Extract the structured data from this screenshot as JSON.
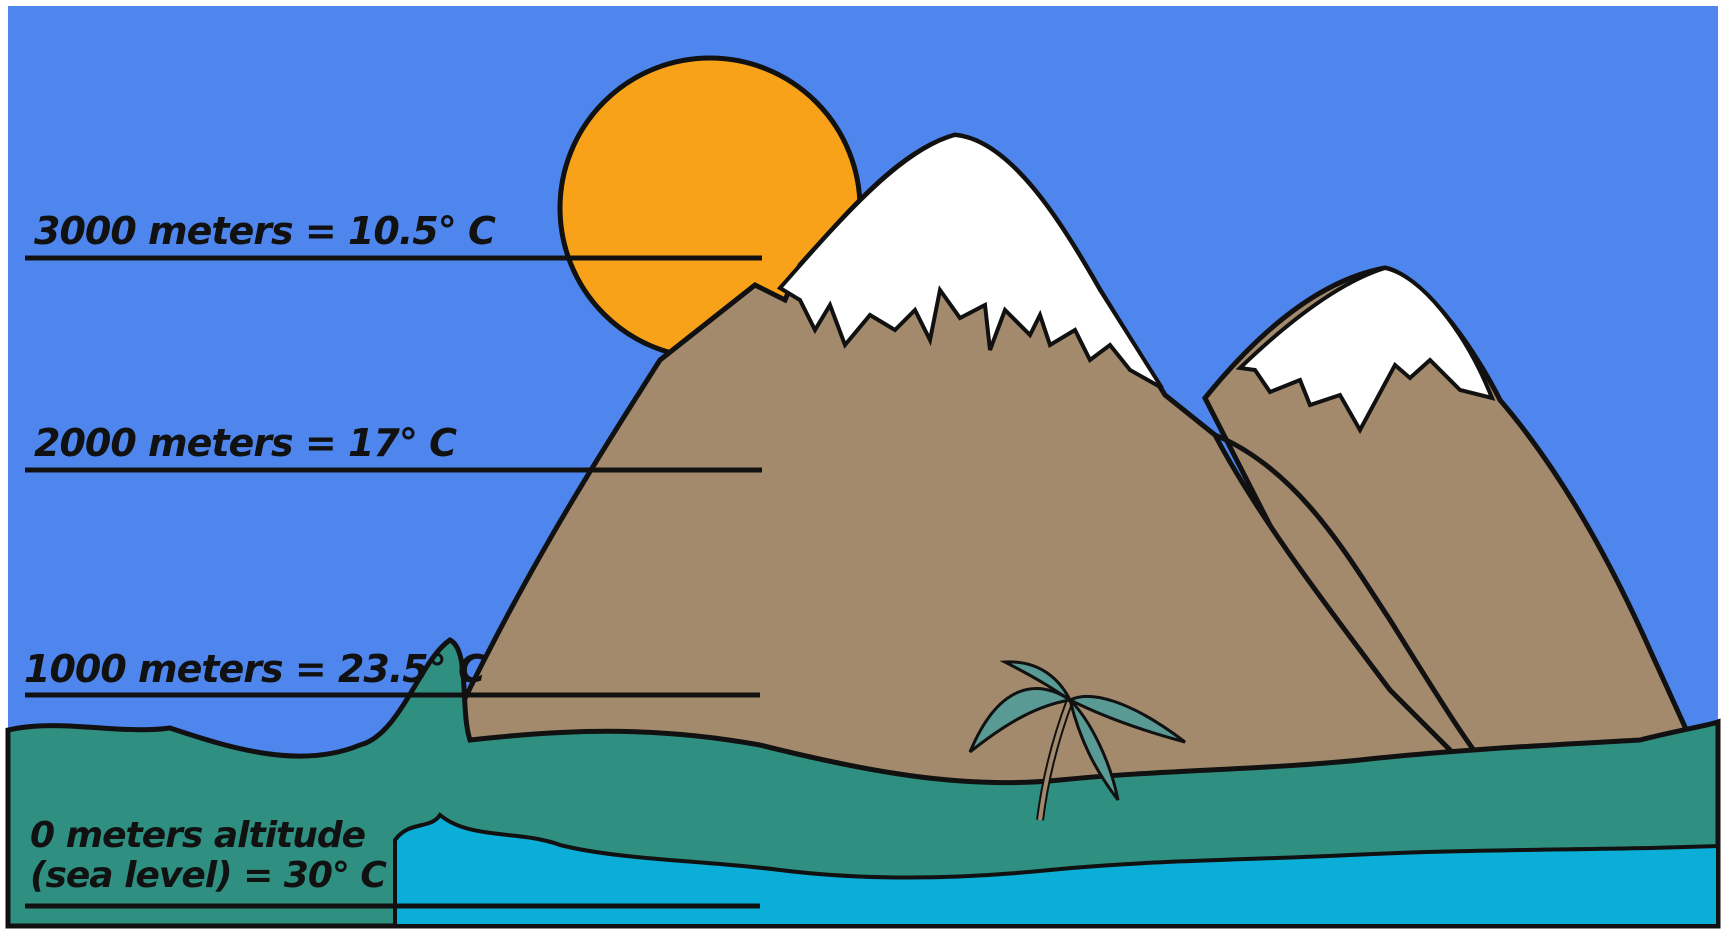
{
  "diagram": {
    "altitude_levels": [
      {
        "label": "3000 meters = 10.5° C"
      },
      {
        "label": "2000 meters = 17° C"
      },
      {
        "label": "1000 meters = 23.5° C"
      }
    ],
    "sea_level": {
      "line1": "0 meters altitude",
      "line2": "(sea level) = 30° C"
    }
  },
  "colors": {
    "sky": "#4f86ee",
    "sun": "#f8a21a",
    "mountain": "#a38a6d",
    "snow": "#ffffff",
    "vegetation": "#2f8f80",
    "sea": "#0aaed6",
    "outline": "#111111"
  }
}
